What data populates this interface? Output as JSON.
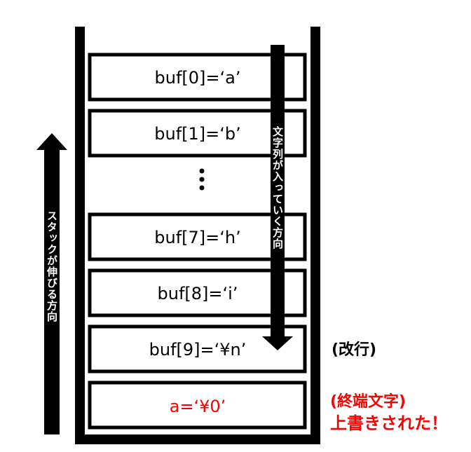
{
  "cells": [
    {
      "label": "buf[0]=‘a’"
    },
    {
      "label": "buf[1]=‘b’"
    },
    {
      "label": "buf[7]=‘h’"
    },
    {
      "label": "buf[8]=‘i’"
    },
    {
      "label": "buf[9]=‘¥n’"
    },
    {
      "label": "a=‘¥0’"
    }
  ],
  "write_arrow_label": "文字列が入っていく方向",
  "stack_arrow_label": "スタックが伸びる方向",
  "newline_note": "(改行)",
  "terminator_note_line1": "(終端文字)",
  "terminator_note_line2": "上書きされた！",
  "colors": {
    "text": "#000000",
    "overwritten": "#ff0000",
    "background": "#ffffff",
    "arrow": "#000000"
  }
}
